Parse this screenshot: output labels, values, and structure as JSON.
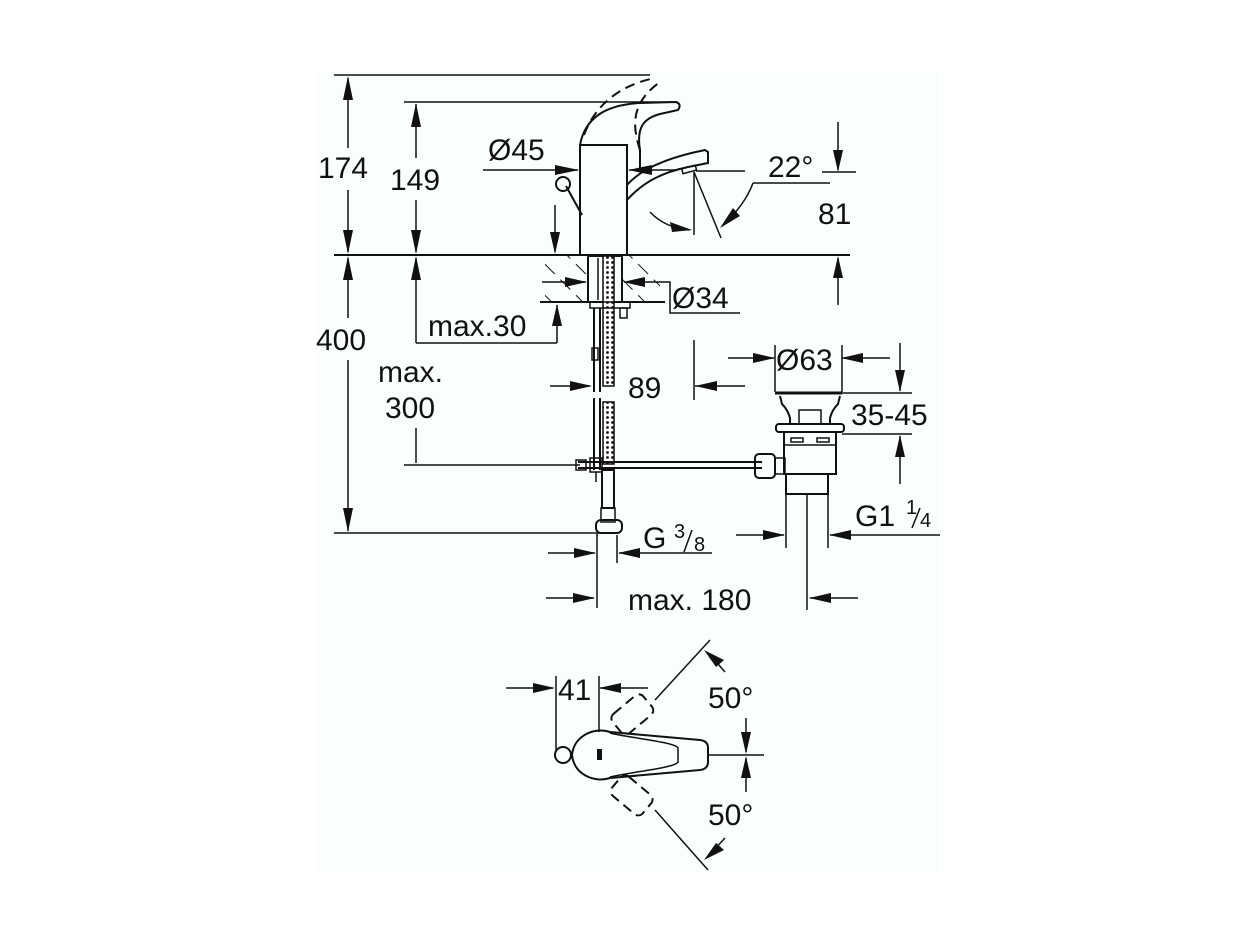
{
  "drawing": {
    "title": "Basin mixer technical drawing",
    "background": "#fbfefe",
    "line_color": "#111111",
    "side_view": {
      "dimensions": {
        "total_height": "174",
        "spout_height": "149",
        "body_diameter": "Ø45",
        "spout_angle": "22°",
        "spout_outlet_height": "81",
        "hole_diameter": "Ø34",
        "max_deck_thickness": "max.30",
        "overall_below": "400",
        "max_below_label_1": "max.",
        "max_below_label_2": "300",
        "rod_offset": "89",
        "waste_diameter": "Ø63",
        "waste_range": "35-45",
        "waste_thread_main": "G1",
        "waste_thread_num": "1",
        "waste_thread_den": "4",
        "inlet_thread_main": "G",
        "inlet_thread_num": "3",
        "inlet_thread_den": "8",
        "max_distance": "max. 180"
      }
    },
    "top_view": {
      "dimensions": {
        "lever_offset": "41",
        "angle_up": "50°",
        "angle_down": "50°"
      }
    }
  }
}
